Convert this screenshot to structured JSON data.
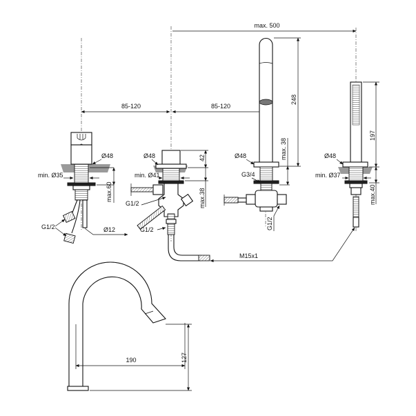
{
  "dimensions": {
    "max_500": "max. 500",
    "spacing_left": "85-120",
    "spacing_right": "85-120",
    "mixer_d48": "Ø48",
    "mixer_min_d35": "min. Ø35",
    "mixer_max_60": "max.60",
    "mixer_g12": "G1/2",
    "mixer_d12": "Ø12",
    "diverter_d48": "Ø48",
    "diverter_min_d41": "min. Ø41",
    "diverter_42": "42",
    "diverter_max_38": "max.38",
    "diverter_g12_a": "G1/2",
    "diverter_g12_b": "G1/2",
    "spout_d48": "Ø48",
    "spout_g34": "G3/4",
    "spout_248": "248",
    "spout_max_38": "max. 38",
    "spout_g12": "G1/2",
    "shower_d48": "Ø48",
    "shower_min_d37": "min. Ø37",
    "shower_197": "197",
    "shower_max_40": "max.40",
    "hose_m15x1": "M15x1",
    "side_190": "190",
    "side_127": "127"
  }
}
